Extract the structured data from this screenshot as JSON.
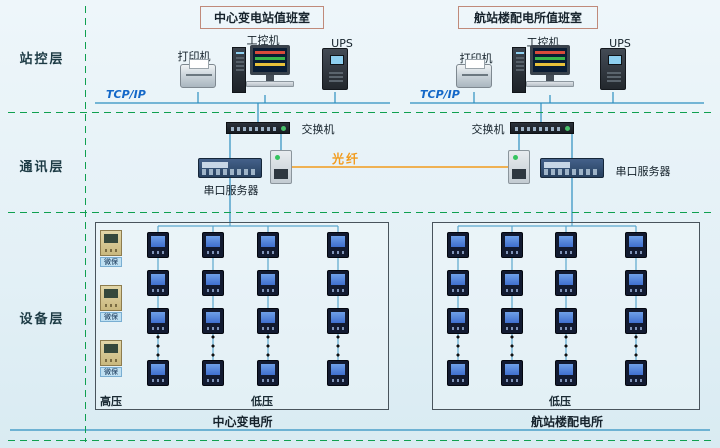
{
  "layers": {
    "station_control": "站控层",
    "communication": "通讯层",
    "device": "设备层"
  },
  "fiber_label": "光纤",
  "left": {
    "title": "中心变电站值班室",
    "printer": "打印机",
    "workstation": "工控机",
    "ups": "UPS",
    "tcpip": "TCP/IP",
    "switch": "交换机",
    "serial_server": "串口服务器",
    "protection": "微保",
    "hv": "高压",
    "lv": "低压",
    "caption": "中心变电所"
  },
  "right": {
    "title": "航站楼配电所值班室",
    "printer": "打印机",
    "workstation": "工控机",
    "ups": "UPS",
    "tcpip": "TCP/IP",
    "switch": "交换机",
    "serial_server": "串口服务器",
    "lv": "低压",
    "caption": "航站楼配电所"
  },
  "colors": {
    "background": "#e9f3f8",
    "layer_divider_green": "#0fa050",
    "wire_blue": "#2d8fc0",
    "fiber_orange": "#f29b1d",
    "tcpip_blue": "#1468c8"
  }
}
